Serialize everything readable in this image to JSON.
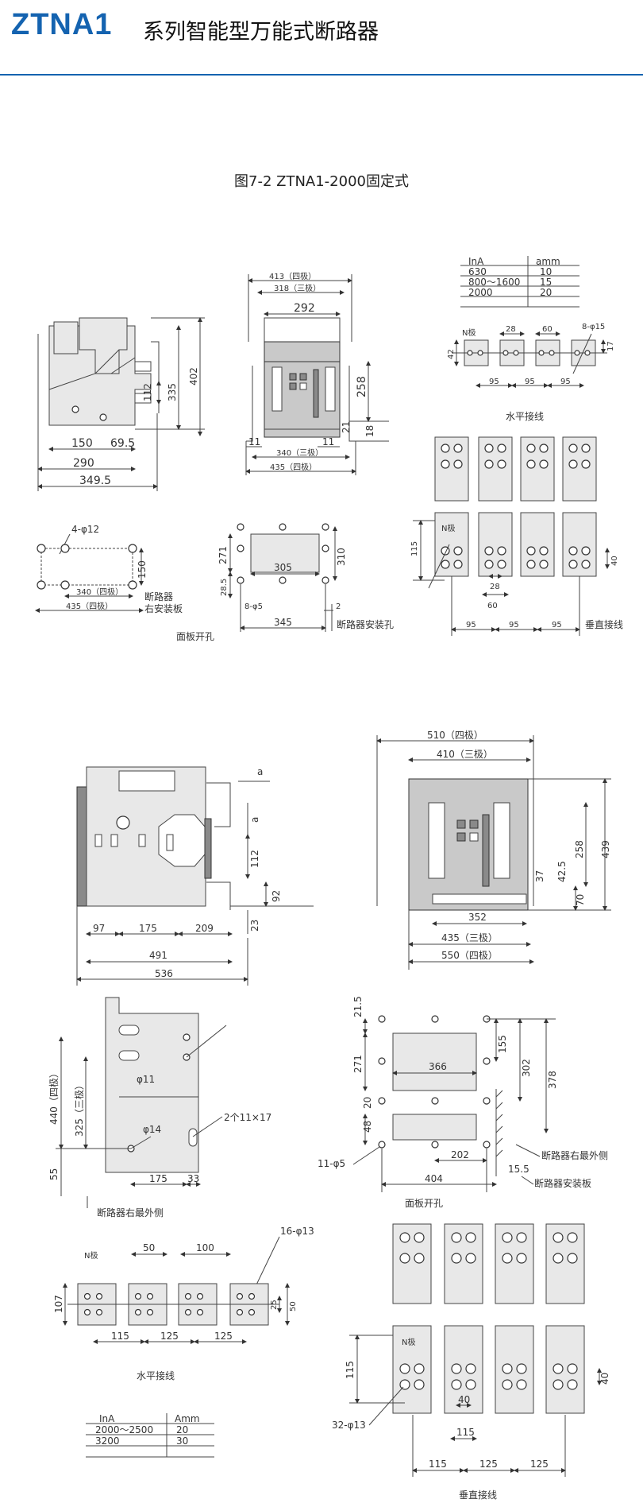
{
  "header": {
    "brand": "ZTNA1",
    "title": "系列智能型万能式断路器"
  },
  "figure_title": "图7-2 ZTNA1-2000固定式",
  "top": {
    "side": {
      "d150": "150",
      "d69_5": "69.5",
      "d290": "290",
      "d349_5": "349.5",
      "d112": "112",
      "d335": "335",
      "d402": "402"
    },
    "front": {
      "d413": "413（四极）",
      "d318": "318（三极）",
      "d292": "292",
      "d258": "258",
      "d21": "21",
      "d18": "18",
      "d11a": "11",
      "d11b": "11",
      "d340": "340（三极）",
      "d435": "435（四极）"
    },
    "table": {
      "headers": [
        "InA",
        "amm"
      ],
      "rows": [
        [
          "630",
          "10"
        ],
        [
          "800～1600",
          "15"
        ],
        [
          "2000",
          "20"
        ]
      ]
    },
    "horiz": {
      "npole": "N极",
      "d28": "28",
      "d60": "60",
      "d8phi15": "8-φ15",
      "d42": "42",
      "d17": "17",
      "d95a": "95",
      "d95b": "95",
      "d95c": "95",
      "caption": "水平接线"
    },
    "mount": {
      "d4phi12": "4-φ12",
      "d150": "150",
      "d340": "340（四极）",
      "d435": "435（四极）",
      "caption": "断路器\n右安装板",
      "cap1": "断路器",
      "cap2": "右安装板"
    },
    "panel": {
      "d271": "271",
      "d28_5": "28.5",
      "d305": "305",
      "d310": "310",
      "d8phi5": "8-φ5",
      "d2": "2",
      "d345": "345",
      "cap_panel": "面板开孔",
      "cap_hole": "断路器安装孔"
    },
    "vert": {
      "npole": "N极",
      "d115": "115",
      "d40": "40",
      "d28": "28",
      "d60": "60",
      "d95a": "95",
      "d95b": "95",
      "d95c": "95",
      "caption": "垂直接线"
    }
  },
  "bottom": {
    "side": {
      "da": "a",
      "da2": "a",
      "d112": "112",
      "d92": "92",
      "d23": "23",
      "d97": "97",
      "d175": "175",
      "d209": "209",
      "d491": "491",
      "d536": "536"
    },
    "front": {
      "d510": "510（四极）",
      "d410": "410（三极）",
      "d258": "258",
      "d439": "439",
      "d37": "37",
      "d42_5": "42.5",
      "d70": "70",
      "d352": "352",
      "d435": "435（三极）",
      "d550": "550（四极）"
    },
    "mount": {
      "d440": "440（四极）",
      "d325": "325（三极）",
      "d55": "55",
      "phi11": "φ11",
      "phi14": "φ14",
      "slot": "2个11×17",
      "d175": "175",
      "d33": "33",
      "caption": "断路器右最外侧"
    },
    "panel": {
      "d21_5": "21.5",
      "d271": "271",
      "d20": "20",
      "d48": "48",
      "d366": "366",
      "d155": "155",
      "d302": "302",
      "d378": "378",
      "d11phi5": "11-φ5",
      "d202": "202",
      "d15_5": "15.5",
      "d404": "404",
      "cap_outer": "断路器右最外侧",
      "cap_plate": "断路器安装板",
      "cap_panel": "面板开孔"
    },
    "horiz": {
      "d16phi13": "16-φ13",
      "npole": "N极",
      "d50": "50",
      "d100": "100",
      "d107": "107",
      "d25": "25",
      "d50b": "50",
      "d115": "115",
      "d125a": "125",
      "d125b": "125",
      "caption": "水平接线"
    },
    "table": {
      "headers": [
        "InA",
        "Amm"
      ],
      "rows": [
        [
          "2000～2500",
          "20"
        ],
        [
          "3200",
          "30"
        ]
      ]
    },
    "vert": {
      "npole": "N极",
      "d115": "115",
      "d40": "40",
      "d32phi13": "32-φ13",
      "d40b": "40",
      "d115b": "115",
      "d115c": "115",
      "d125a": "125",
      "d125b": "125",
      "caption": "垂直接线"
    }
  }
}
